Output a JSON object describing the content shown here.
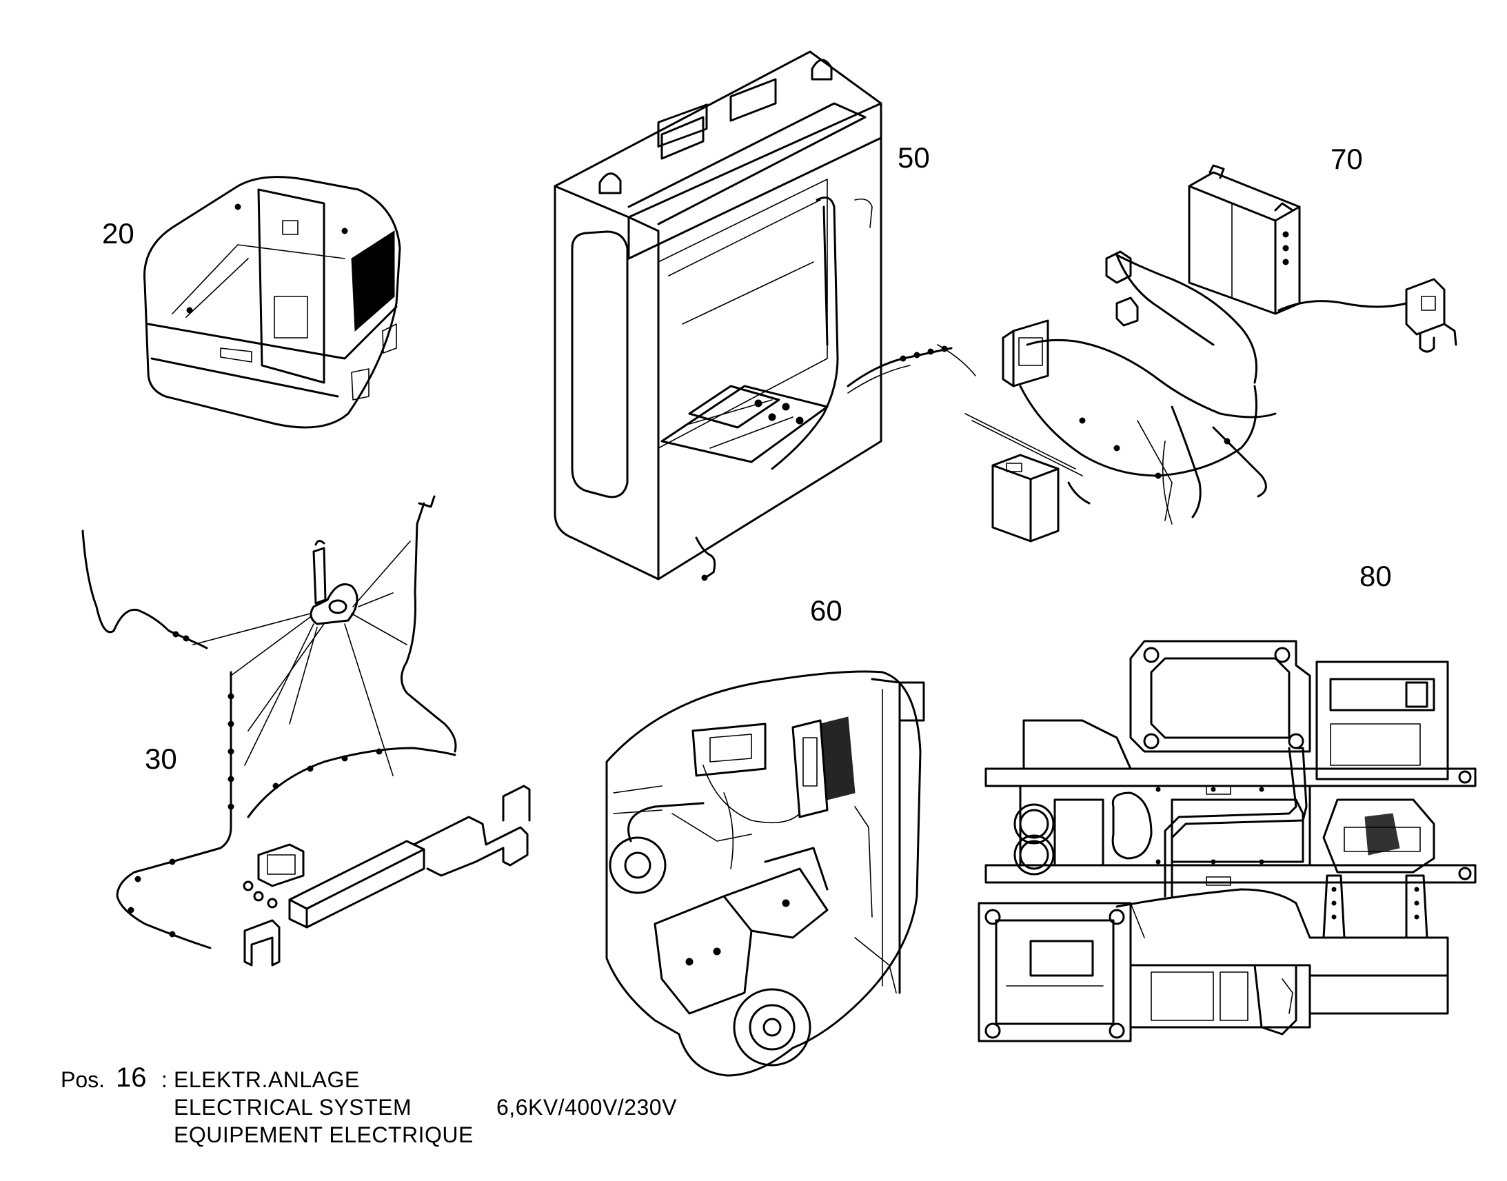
{
  "callouts": {
    "c20": "20",
    "c30": "30",
    "c50": "50",
    "c60": "60",
    "c70": "70",
    "c80": "80"
  },
  "caption": {
    "pos_prefix": "Pos.",
    "pos_number": "16",
    "separator": ":",
    "line1": "ELEKTR.ANLAGE",
    "line2": "ELECTRICAL SYSTEM",
    "line2_spec": "6,6KV/400V/230V",
    "line3": "EQUIPEMENT ELECTRIQUE"
  },
  "colors": {
    "ink": "#000000",
    "paper": "#ffffff"
  }
}
